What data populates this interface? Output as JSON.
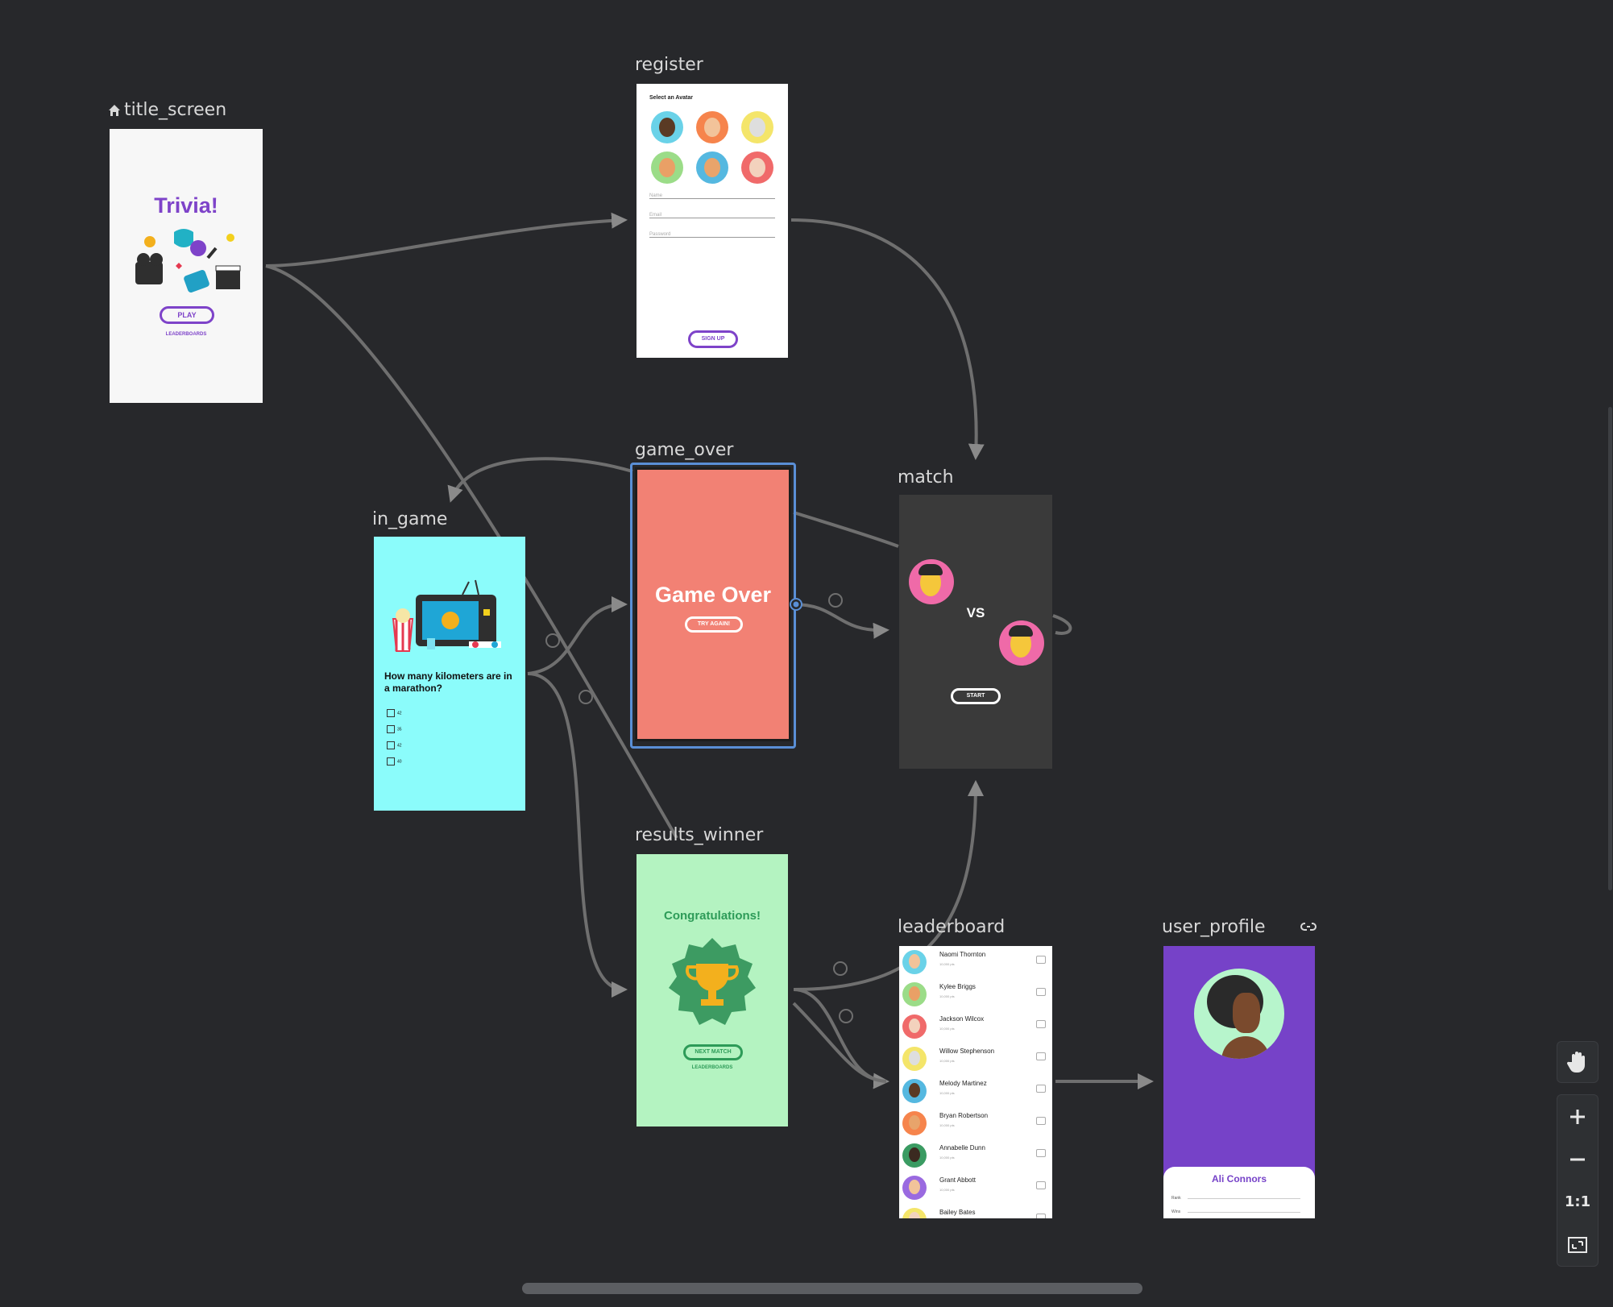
{
  "canvas": {
    "background": "#27282b"
  },
  "destinations": {
    "title_screen": {
      "label": "title_screen",
      "title": "Trivia!",
      "play": "PLAY",
      "leaderboards": "LEADERBOARDS"
    },
    "register": {
      "label": "register",
      "heading": "Select an Avatar",
      "name": "Name",
      "email": "Email",
      "password": "Password",
      "signup": "SIGN UP"
    },
    "game_over": {
      "label": "game_over",
      "title": "Game Over",
      "try_again": "TRY AGAIN!"
    },
    "match": {
      "label": "match",
      "vs": "VS",
      "start": "START"
    },
    "in_game": {
      "label": "in_game",
      "question": "How many kilometers are in a marathon?",
      "options": [
        "42",
        "35",
        "42",
        "40"
      ]
    },
    "results_winner": {
      "label": "results_winner",
      "title": "Congratulations!",
      "next_match": "NEXT MATCH",
      "leaderboards": "LEADERBOARDS"
    },
    "leaderboard": {
      "label": "leaderboard",
      "pts": "10,000 pts",
      "rows": [
        "Naomi Thornton",
        "Kylee Briggs",
        "Jackson Wilcox",
        "Willow Stephenson",
        "Melody Martinez",
        "Bryan Robertson",
        "Annabelle Dunn",
        "Grant Abbott",
        "Bailey Bates"
      ]
    },
    "user_profile": {
      "label": "user_profile",
      "name": "Ali Connors",
      "rank": "Rank",
      "wins": "Wins"
    }
  },
  "colors": {
    "accent": "#7e43c9",
    "selection": "#5a8fd6",
    "game_over_bg": "#f28174",
    "in_game_bg": "#8bfcfb",
    "results_bg": "#b4f3c1",
    "profile_bg": "#7642c8",
    "match_bg": "#3a3a3a"
  },
  "icons": {
    "home": "home-icon",
    "link": "link-icon",
    "pan": "hand-icon",
    "zoom_in": "plus-icon",
    "zoom_out": "minus-icon",
    "actual_size": "one-to-one-label",
    "fit": "fit-screen-icon"
  },
  "tools": {
    "actual_size_label": "1:1"
  }
}
